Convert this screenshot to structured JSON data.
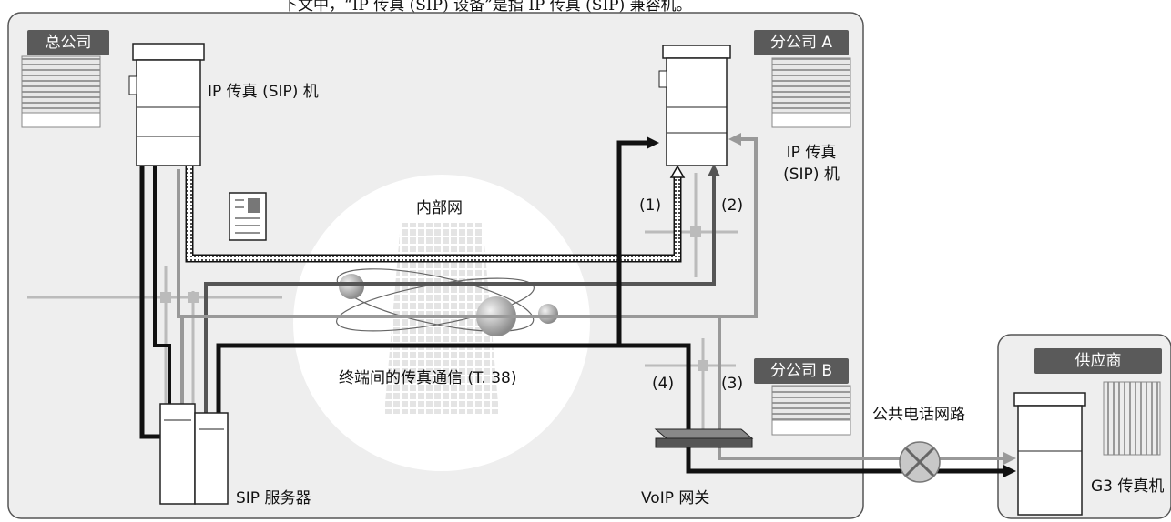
{
  "top_note": "下文中，“IP 传真 (SIP) 设备”是指 IP 传真 (SIP) 兼容机。",
  "offices": {
    "head": "总公司",
    "branch_a": "分公司 A",
    "branch_b": "分公司 B",
    "supplier": "供应商"
  },
  "devices": {
    "head_fax": "IP 传真 (SIP) 机",
    "branch_a_fax_line1": "IP 传真",
    "branch_a_fax_line2": "(SIP) 机",
    "sip_server": "SIP 服务器",
    "voip_gateway": "VoIP 网关",
    "g3_fax": "G3 传真机"
  },
  "network": {
    "intranet": "内部网",
    "t38": "终端间的传真通信 (T. 38)",
    "pstn": "公共电话网路"
  },
  "routes": {
    "r1": "(1)",
    "r2": "(2)",
    "r3": "(3)",
    "r4": "(4)"
  }
}
